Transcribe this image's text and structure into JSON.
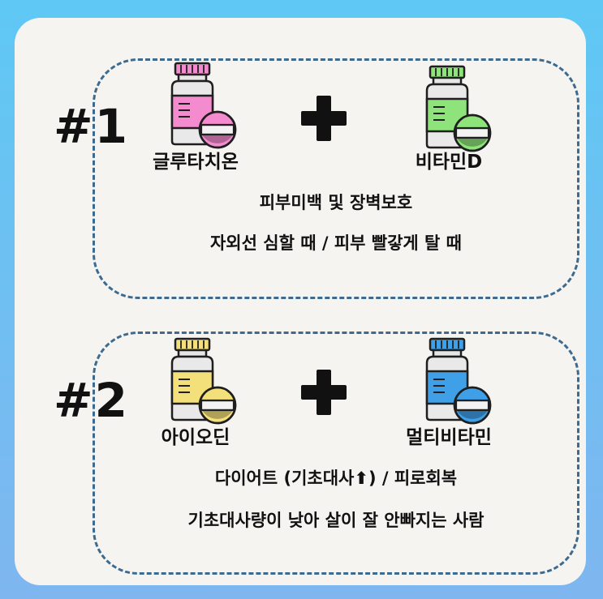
{
  "combos": [
    {
      "number": "#1",
      "left": {
        "name": "글루타치온",
        "color": "#f48bcf"
      },
      "right": {
        "name": "비타민D",
        "color": "#8ee37a"
      },
      "benefit": "피부미백 및 장벽보호",
      "when": "자외선 심할 때 / 피부 빨갛게 탈 때"
    },
    {
      "number": "#2",
      "left": {
        "name": "아이오딘",
        "color": "#f3e07a"
      },
      "right": {
        "name": "멀티비타민",
        "color": "#3fa0e8"
      },
      "benefit": "다이어트 (기초대사⬆) / 피로회복",
      "when": "기초대사량이 낮아 살이 잘 안빠지는 사람"
    }
  ],
  "icons": {
    "bottle": "pill-bottle-icon",
    "plus": "plus-icon"
  }
}
